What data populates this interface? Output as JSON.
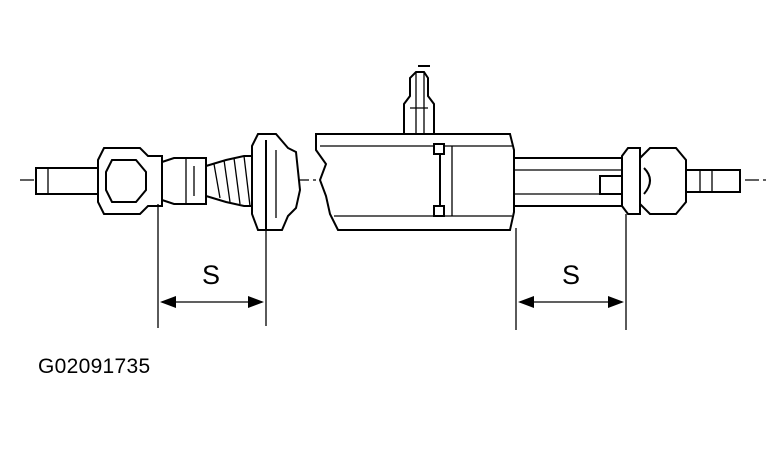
{
  "diagram": {
    "dimension_left_label": "S",
    "dimension_right_label": "S",
    "figure_id": "G02091735"
  },
  "colors": {
    "line": "#000000",
    "background": "#ffffff"
  }
}
